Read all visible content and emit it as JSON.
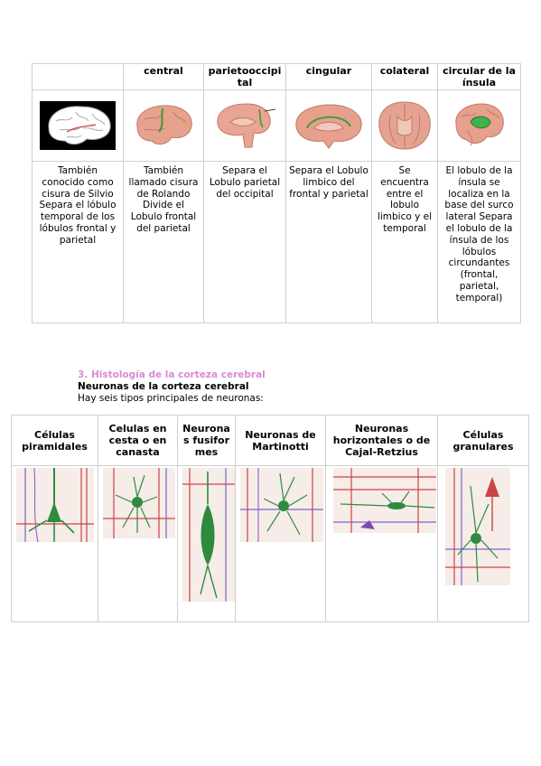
{
  "sulci_table": {
    "headers": [
      "",
      "central",
      "parietooccipi tal",
      "cingular",
      "colateral",
      "circular de la ínsula"
    ],
    "images": [
      "brain-drawing-lateral",
      "brain-lateral-central-sulcus",
      "brain-medial-parietooccipital",
      "brain-medial-cingulate",
      "brain-inferior-collateral",
      "brain-insula"
    ],
    "descriptions": [
      "También conocido como cisura de Silvio Separa el lóbulo temporal de los lóbulos frontal y parietal",
      "También llamado cisura de Rolando Divide el Lobulo frontal del parietal",
      "Separa el Lobulo parietal del occipital",
      "Separa el Lobulo limbico del frontal y parietal",
      "Se encuentra entre el lobulo limbico y el temporal",
      "El lobulo de la ínsula se localiza en la base del surco lateral Separa el lobulo de la ínsula de los lóbulos circundantes (frontal, parietal, temporal)"
    ]
  },
  "section": {
    "title": "3. Histología de la corteza cerebral",
    "subtitle": "Neuronas de la corteza cerebral",
    "intro": "Hay seis tipos principales de neuronas:"
  },
  "neuron_table": {
    "headers": [
      "Células piramidales",
      "Celulas en cesta o en canasta",
      "Neuronas fusiformes",
      "Neuronas de Martinotti",
      "Neuronas horizontales o de Cajal-Retzius",
      "Células granulares"
    ],
    "images": [
      "pyramidal-cell",
      "basket-cell",
      "fusiform-neuron",
      "martinotti-neuron",
      "cajal-retzius-neuron",
      "granular-cell"
    ]
  }
}
